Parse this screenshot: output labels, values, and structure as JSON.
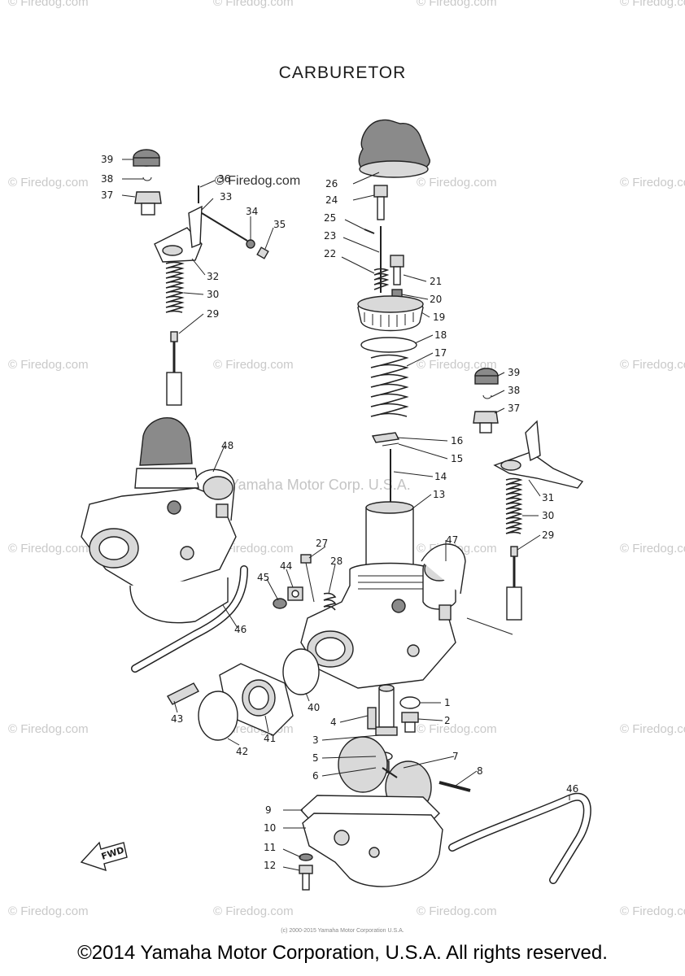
{
  "title": "CARBURETOR",
  "copyright": "©2014 Yamaha Motor Corporation, U.S.A. All rights reserved.",
  "watermark": "© Firedog.com",
  "center_watermark": "Yamaha Motor Corp. U.S.A.",
  "fine_print": "(c) 2000-2015 Yamaha Motor Corporation U.S.A.",
  "fwd_label": "FWD",
  "callouts": [
    "1",
    "2",
    "3",
    "4",
    "5",
    "6",
    "7",
    "8",
    "9",
    "10",
    "11",
    "12",
    "13",
    "14",
    "15",
    "16",
    "17",
    "18",
    "19",
    "20",
    "21",
    "22",
    "23",
    "24",
    "25",
    "26",
    "27",
    "28",
    "29",
    "30",
    "31",
    "32",
    "33",
    "34",
    "35",
    "36",
    "37",
    "38",
    "39",
    "40",
    "41",
    "42",
    "43",
    "44",
    "45",
    "46",
    "47",
    "48"
  ],
  "colors": {
    "ink": "#1a1a1a",
    "watermark": "#c9c9c9"
  }
}
